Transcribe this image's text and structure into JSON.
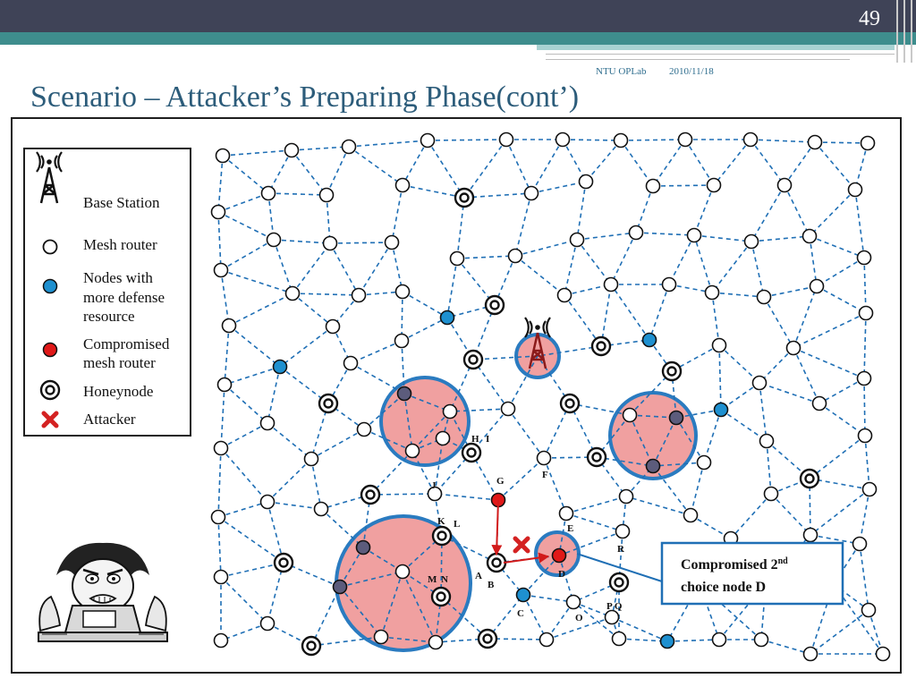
{
  "slide": {
    "page_number": "49",
    "org": "NTU OPLab",
    "date": "2010/11/18",
    "title": "Scenario – Attacker’s Preparing Phase(cont’)"
  },
  "legend": {
    "base_station": "Base Station",
    "mesh_router": "Mesh router",
    "defense_line1": "Nodes with",
    "defense_line2": "more defense",
    "defense_line3": "resource",
    "compromised_line1": "Compromised",
    "compromised_line2": "mesh router",
    "honeynode": "Honeynode",
    "attacker": "Attacker"
  },
  "callout": {
    "line1_prefix": "Compromised 2",
    "line1_sup": "nd",
    "line2": "choice node D"
  },
  "node_labels": [
    "H",
    "I",
    "G",
    "F",
    "J",
    "E",
    "K",
    "L",
    "R",
    "M",
    "N",
    "A",
    "B",
    "D",
    "C",
    "P Q",
    "O"
  ],
  "colors": {
    "mesh_link": "#1f6fb5",
    "defense_node": "#1e90d0",
    "compromised_node": "#e01818",
    "compromised_region": "#f0a0a0",
    "region_border": "#2a7bc0",
    "region_inner_node": "#5c5c7c",
    "attack_arrow": "#d21a1a",
    "attacker_mark": "#d42222"
  },
  "icons": {
    "base_station": "antenna-tower-icon",
    "attacker": "x-mark-icon",
    "honeynode": "concentric-ring-icon",
    "hacker": "hacker-cartoon-icon"
  }
}
